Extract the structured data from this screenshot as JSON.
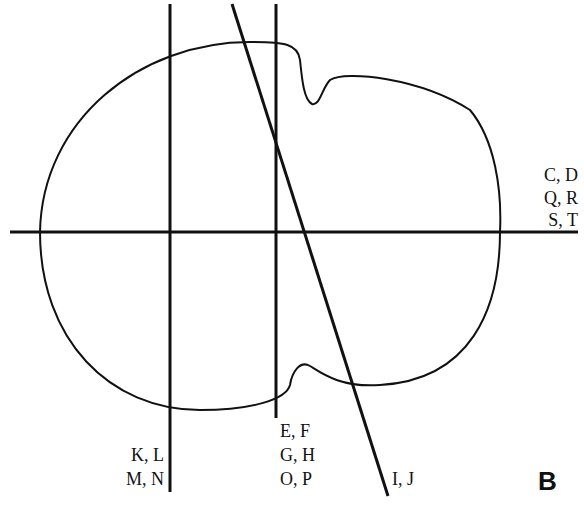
{
  "diagram": {
    "labels": [
      "C, D",
      "Q, R",
      "S, T",
      "K, L",
      "M, N",
      "E, F",
      "G, H",
      "O, P",
      "I, J",
      "B"
    ]
  }
}
